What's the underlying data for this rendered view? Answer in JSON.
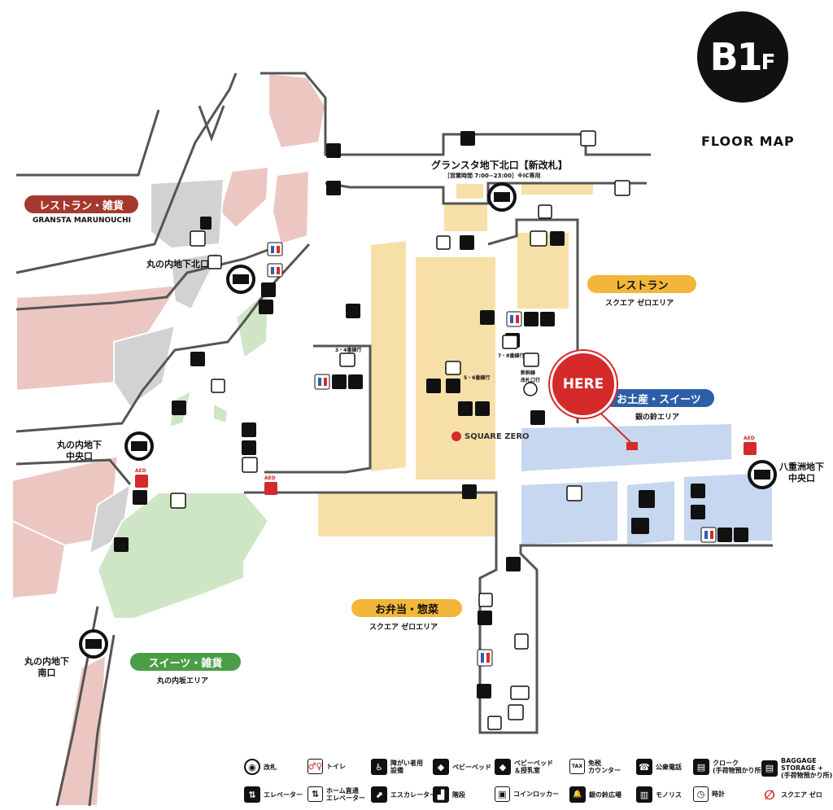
{
  "floor": {
    "label": "B1",
    "suffix": "F",
    "caption": "FLOOR MAP"
  },
  "here": {
    "label": "HERE"
  },
  "areas": {
    "restaurant_west": {
      "label": "レストラン・雑貨",
      "sub": "GRANSTA MARUNOUCHI",
      "color": "#a5392f"
    },
    "restaurant_east": {
      "label": "レストラン",
      "sub": "スクエア ゼロエリア",
      "color": "#f2b73a"
    },
    "souvenir": {
      "label": "お土産・スイーツ",
      "sub": "銀の鈴エリア",
      "color": "#2d5fa8"
    },
    "bento": {
      "label": "お弁当・惣菜",
      "sub": "スクエア ゼロエリア",
      "color": "#f2b73a"
    },
    "sweets": {
      "label": "スイーツ・雑貨",
      "sub": "丸の内坂エリア",
      "color": "#4b9e47"
    }
  },
  "gates": {
    "marunouchi_north": "丸の内地下北口",
    "marunouchi_central": "丸の内地下\n中央口",
    "marunouchi_south": "丸の内地下\n南口",
    "yaesu_central": "八重洲地下\n中央口",
    "gransta_north": "グランスタ地下北口【新改札】",
    "gransta_north_hours": "［営業時間 7:00−23:00］※IC専用"
  },
  "tags": {
    "platform_34": "3・4番線行",
    "platform_56": "5・6番線行",
    "platform_78": "7・8番線行",
    "shinkansen": "新幹線\n改札口行",
    "square_zero": "SQUARE ZERO",
    "aed": "AED"
  },
  "legend": [
    {
      "icon": "ticket-gate-icon",
      "glyph": "◉",
      "label": "改札"
    },
    {
      "icon": "toilet-icon",
      "glyph": "♂♀",
      "label": "トイレ"
    },
    {
      "icon": "accessible-toilet-icon",
      "glyph": "♿",
      "label": "障がい者用\n設備"
    },
    {
      "icon": "baby-bed-icon",
      "glyph": "◆",
      "label": "ベビーベッド"
    },
    {
      "icon": "nursing-room-icon",
      "glyph": "◆",
      "label": "ベビーベッド\n＆授乳室"
    },
    {
      "icon": "tax-free-icon",
      "glyph": "TAX",
      "label": "免税\nカウンター"
    },
    {
      "icon": "pay-phone-icon",
      "glyph": "☎",
      "label": "公衆電話"
    },
    {
      "icon": "cloak-icon",
      "glyph": "▤",
      "label": "クローク\n(手荷物預かり所)"
    },
    {
      "icon": "baggage-storage-icon",
      "glyph": "▤",
      "label": "BAGGAGE\nSTORAGE +\n(手荷物預かり所)"
    },
    {
      "icon": "elevator-icon",
      "glyph": "⇅",
      "label": "エレベーター"
    },
    {
      "icon": "platform-elevator-icon",
      "glyph": "⇅",
      "label": "ホーム直通\nエレベーター"
    },
    {
      "icon": "escalator-icon",
      "glyph": "⬈",
      "label": "エスカレーター"
    },
    {
      "icon": "stairs-icon",
      "glyph": "▟",
      "label": "階段"
    },
    {
      "icon": "coin-locker-icon",
      "glyph": "▣",
      "label": "コインロッカー"
    },
    {
      "icon": "silver-bell-icon",
      "glyph": "🔔",
      "label": "銀の鈴広場"
    },
    {
      "icon": "monolith-icon",
      "glyph": "▥",
      "label": "モノリス"
    },
    {
      "icon": "clock-icon",
      "glyph": "◷",
      "label": "時計"
    },
    {
      "icon": "square-zero-icon",
      "glyph": "∅",
      "label": "スクエア ゼロ"
    }
  ]
}
